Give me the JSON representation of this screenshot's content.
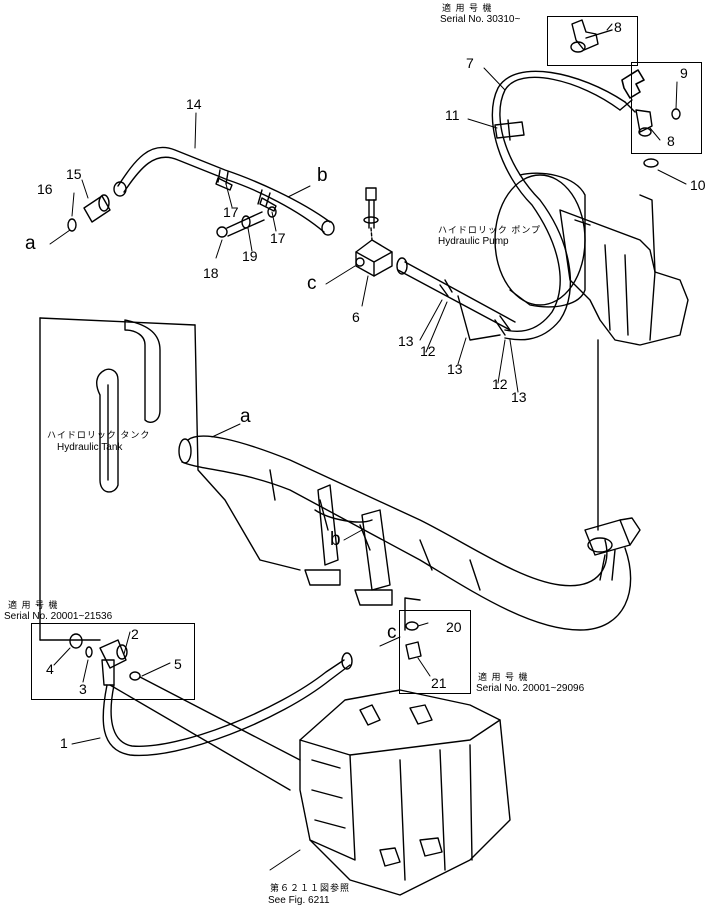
{
  "labels": {
    "serial_top_jp": "適 用 号 機",
    "serial_top": "Serial No. 30310~",
    "serial_left_jp": "適 用 号 機",
    "serial_left": "Serial No. 20001~21536",
    "serial_right_jp": "適 用 号 機",
    "serial_right": "Serial No. 20001~29096",
    "pump_jp": "ハイドロリック ポンプ",
    "pump_en": "Hydraulic Pump",
    "tank_jp": "ハイドロリック タンク",
    "tank_en": "Hydraulic Tank",
    "fig_jp": "第６２１１図参照",
    "fig_en": "See Fig. 6211"
  },
  "callouts": {
    "n1": "1",
    "n2": "2",
    "n3": "3",
    "n4": "4",
    "n5": "5",
    "n6": "6",
    "n7": "7",
    "n8a": "8",
    "n8b": "8",
    "n9": "9",
    "n10": "10",
    "n11": "11",
    "n12a": "12",
    "n12b": "12",
    "n13a": "13",
    "n13b": "13",
    "n13c": "13",
    "n14": "14",
    "n15": "15",
    "n16": "16",
    "n17a": "17",
    "n17b": "17",
    "n18": "18",
    "n19": "19",
    "n20": "20",
    "n21": "21"
  },
  "connectors": {
    "a1": "a",
    "a2": "a",
    "b1": "b",
    "b2": "b",
    "c1": "c",
    "c2": "c"
  }
}
